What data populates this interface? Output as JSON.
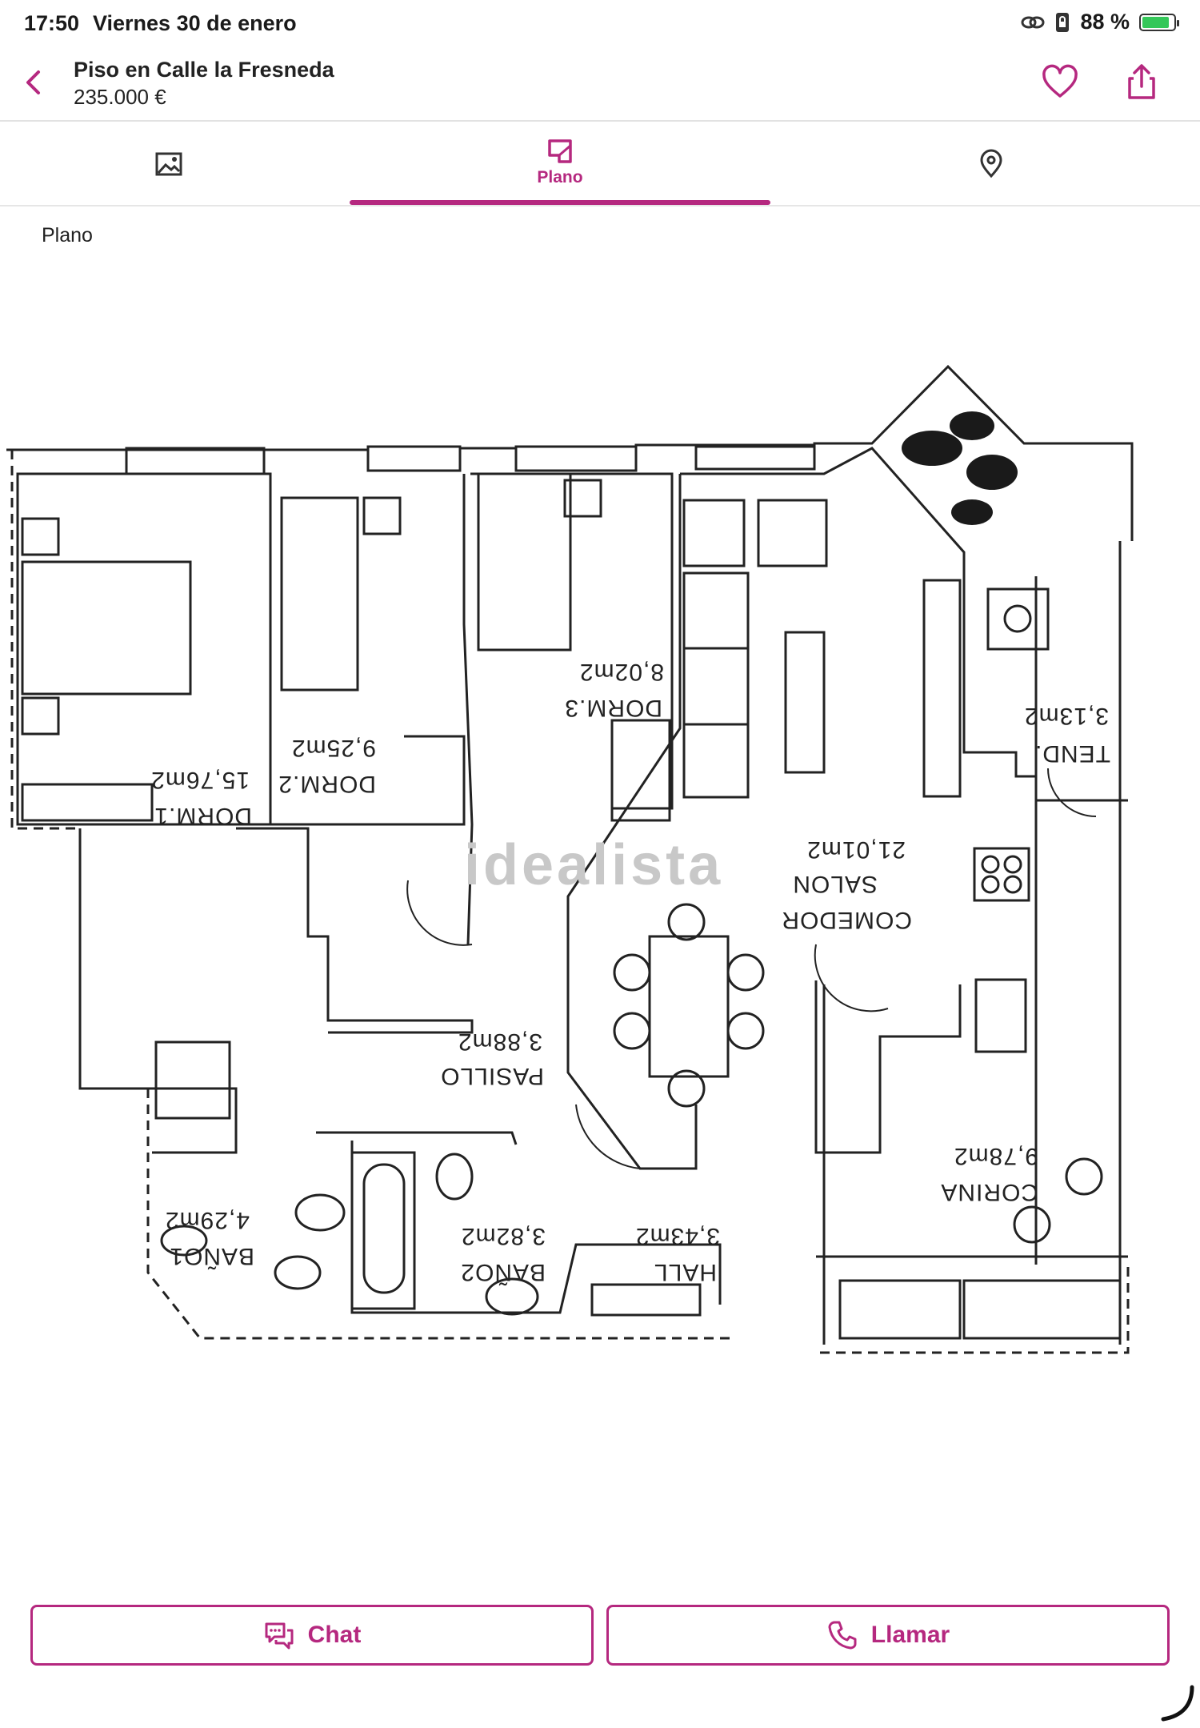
{
  "status_bar": {
    "time": "17:50",
    "date": "Viernes 30 de enero",
    "battery_text": "88 %",
    "battery_level": 0.88,
    "icons": [
      "link-icon",
      "lock-rotation-icon",
      "battery-charging-icon"
    ]
  },
  "header": {
    "title": "Piso en Calle la Fresneda",
    "price": "235.000 €",
    "accent_color": "#b5287f"
  },
  "tabs": [
    {
      "label": "",
      "icon": "image-icon",
      "active": false
    },
    {
      "label": "Plano",
      "icon": "floorplan-icon",
      "active": true
    },
    {
      "label": "",
      "icon": "map-pin-icon",
      "active": false
    }
  ],
  "section": {
    "label": "Plano"
  },
  "floorplan": {
    "watermark": "idealista",
    "rooms": [
      {
        "name": "DORM.1",
        "area": "15,76m2"
      },
      {
        "name": "DORM.2",
        "area": "9,25m2"
      },
      {
        "name": "DORM.3",
        "area": "8,02m2"
      },
      {
        "name": "TEND.",
        "area": "3,13m2"
      },
      {
        "name": "COMEDOR",
        "name2": "SALON",
        "area": "21,01m2"
      },
      {
        "name": "PASILLO",
        "area": "3,88m2"
      },
      {
        "name": "BAÑO1",
        "area": "4,29m2"
      },
      {
        "name": "BAÑO2",
        "area": "3,82m2"
      },
      {
        "name": "HALL",
        "area": "3,43m2"
      },
      {
        "name": "CORINA",
        "area": "9,78m2"
      }
    ]
  },
  "actions": {
    "chat_label": "Chat",
    "call_label": "Llamar"
  }
}
